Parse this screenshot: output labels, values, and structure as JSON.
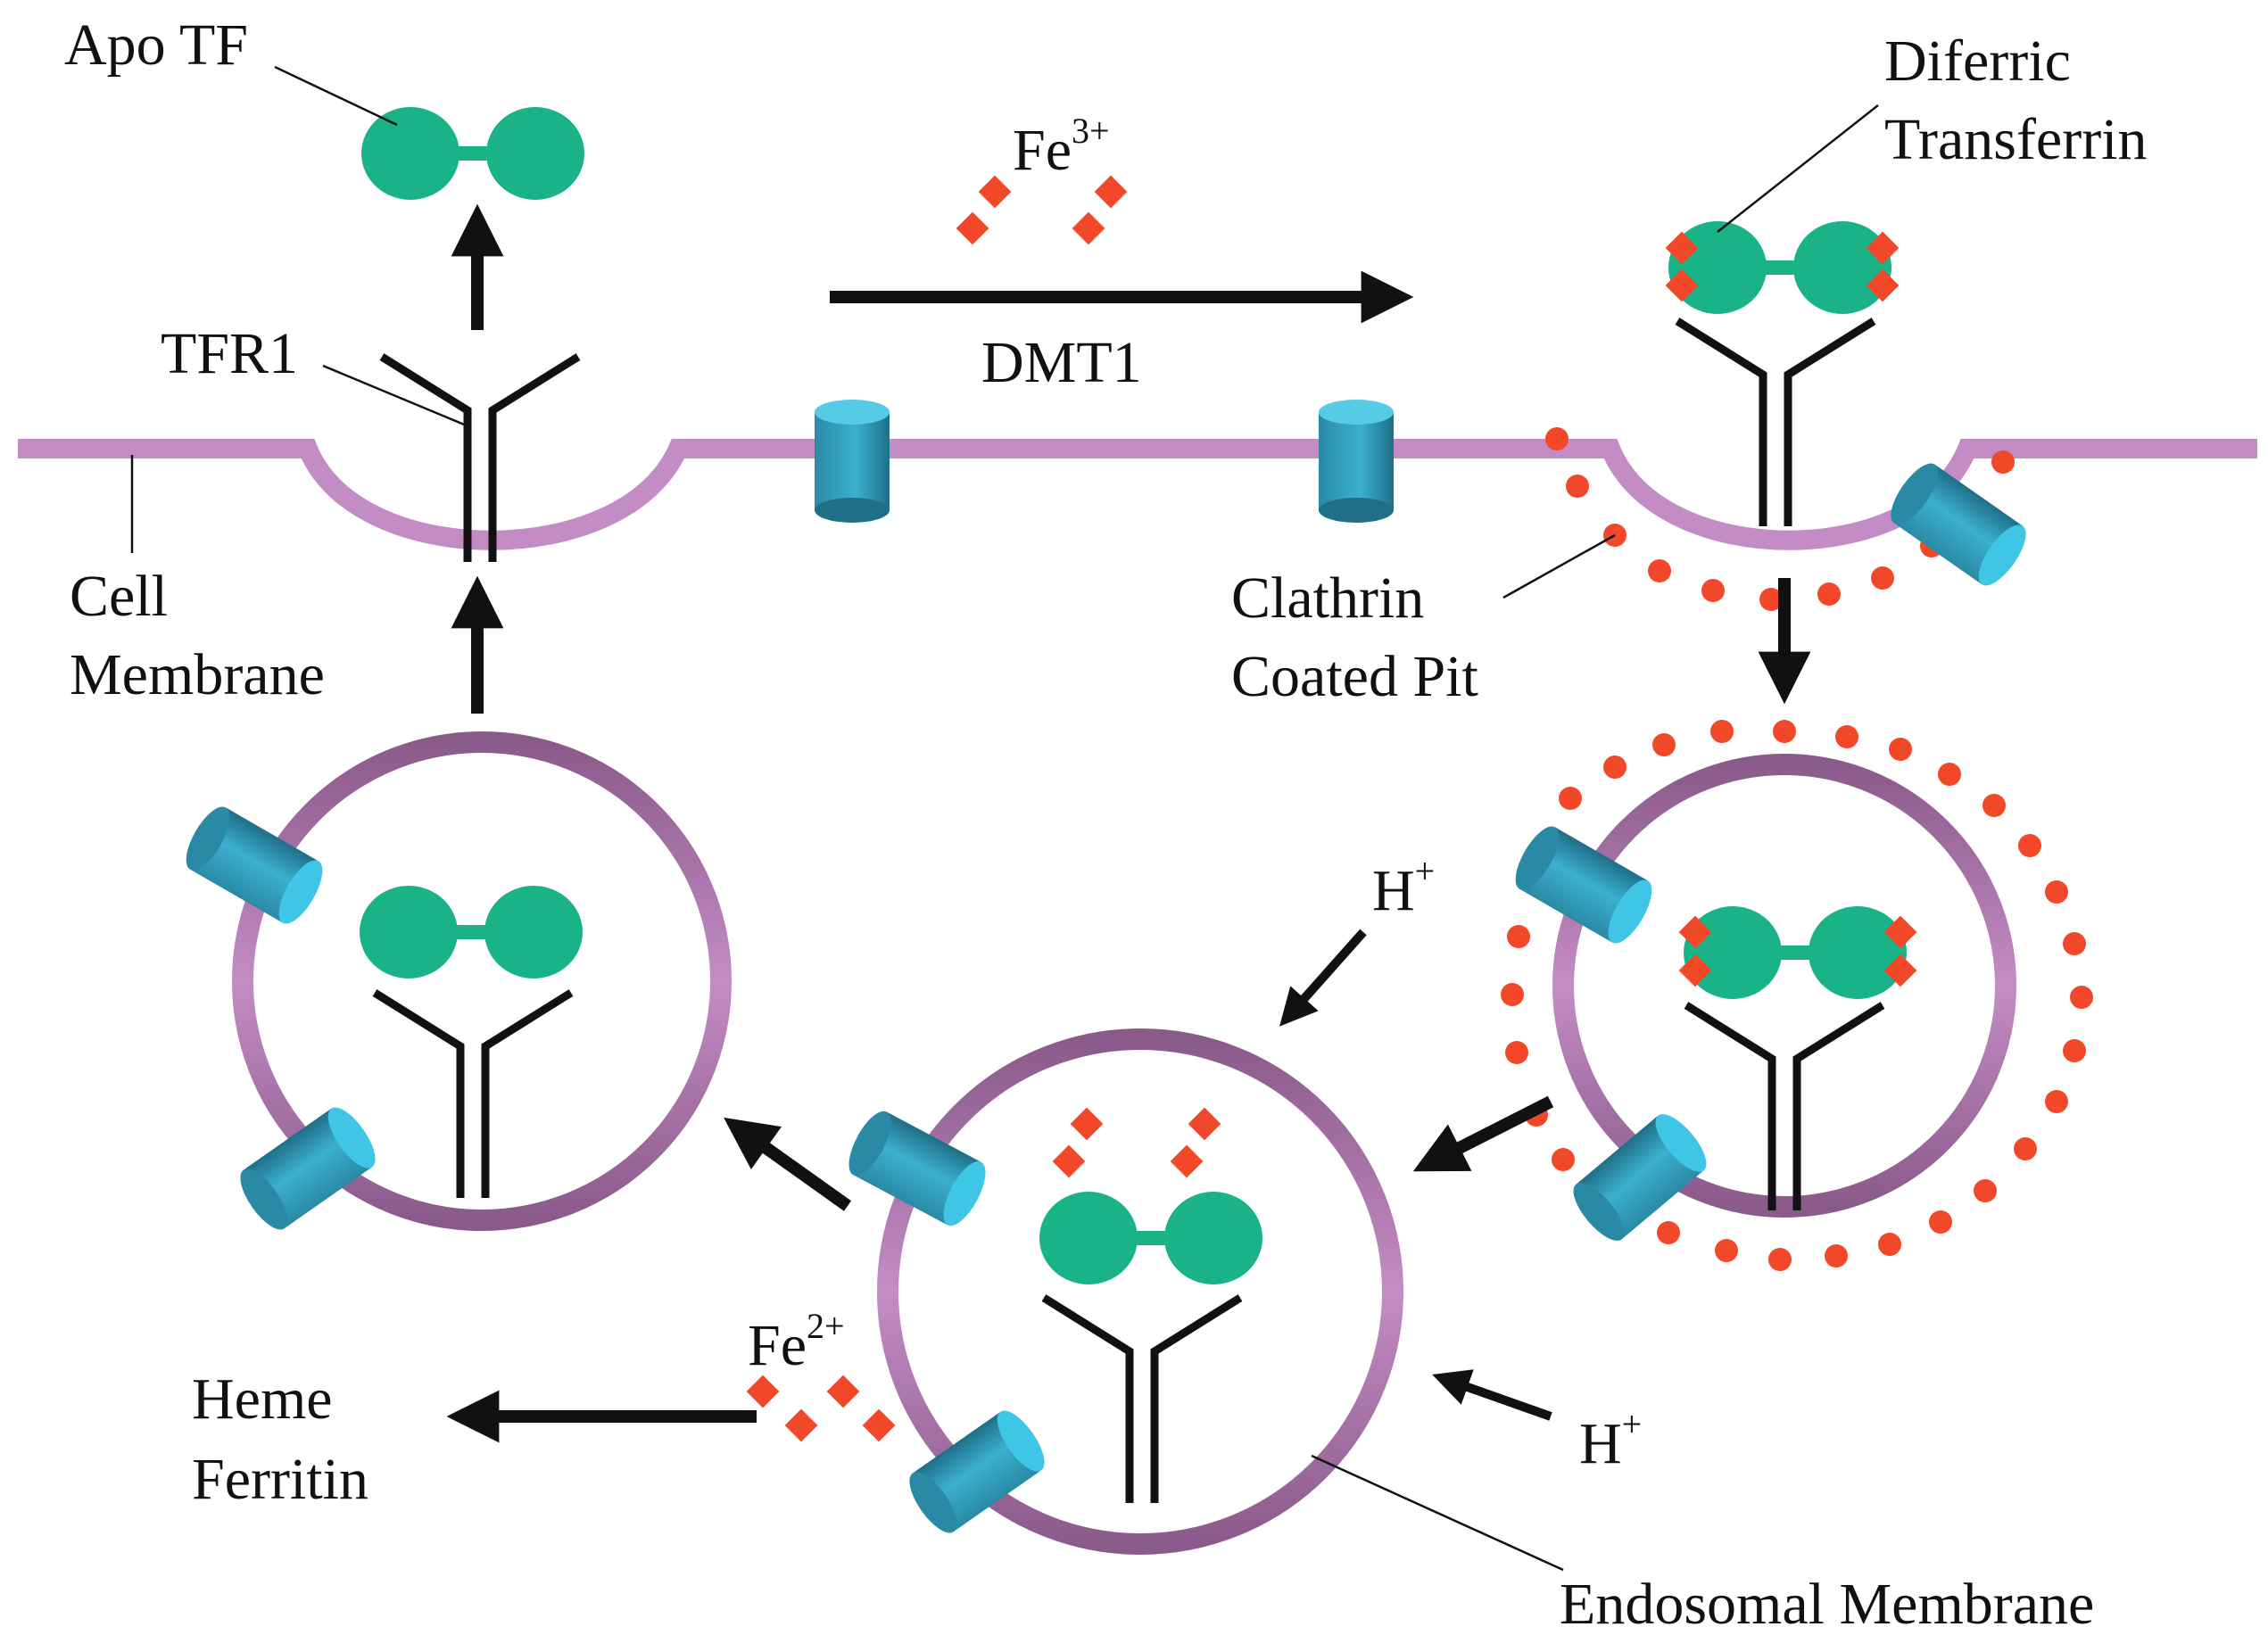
{
  "labels": {
    "apo_tf": "Apo TF",
    "fe3_base": "Fe",
    "fe3_sup": "3+",
    "diferric_line1": "Diferric",
    "diferric_line2": "Transferrin",
    "tfr1": "TFR1",
    "dmt1": "DMT1",
    "cell_membrane_line1": "Cell",
    "cell_membrane_line2": "Membrane",
    "clathrin_line1": "Clathrin",
    "clathrin_line2": "Coated Pit",
    "h_plus_top_base": "H",
    "h_plus_top_sup": "+",
    "h_plus_bottom_base": "H",
    "h_plus_bottom_sup": "+",
    "fe2_base": "Fe",
    "fe2_sup": "2+",
    "heme_line1": "Heme",
    "heme_line2": "Ferritin",
    "endosomal_membrane": "Endosomal Membrane"
  },
  "colors": {
    "membrane": "#c48cc4",
    "membrane_dark": "#8a5a8a",
    "transferrin": "#1ab388",
    "iron": "#f2482a",
    "channel": "#3bbcd6",
    "channel_dark": "#2a8aa6",
    "arrow": "#111111"
  }
}
